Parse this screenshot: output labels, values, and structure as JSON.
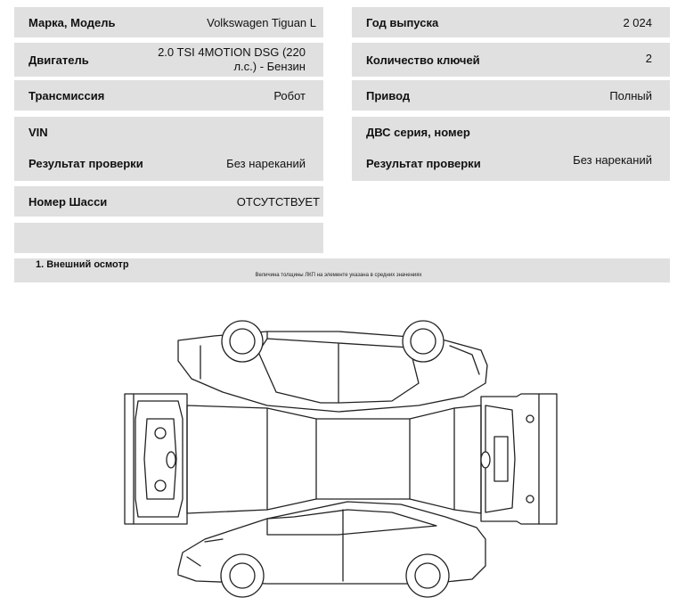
{
  "left": {
    "make_model_label": "Марка, Модель",
    "make_model_value": "Volkswagen Tiguan L",
    "engine_label": "Двигатель",
    "engine_value": "2.0 TSI 4MOTION DSG (220 л.с.) - Бензин",
    "transmission_label": "Трансмиссия",
    "transmission_value": "Робот",
    "vin_label": "VIN",
    "vin_value": "",
    "vin_check_label": "Результат проверки",
    "vin_check_value": "Без нареканий",
    "chassis_label": "Номер Шасси",
    "chassis_value": "ОТСУТСТВУЕТ"
  },
  "right": {
    "year_label": "Год выпуска",
    "year_value": "2 024",
    "keys_label": "Количество ключей",
    "keys_value": "2",
    "drive_label": "Привод",
    "drive_value": "Полный",
    "engine_serial_label": "ДВС серия, номер",
    "engine_serial_value": "",
    "engine_check_label": "Результат проверки",
    "engine_check_value": "Без нареканий"
  },
  "section": {
    "title": "1. Внешний осмотр",
    "note": "Величина толщины ЛКП на элементе указана в средних значениях"
  },
  "colors": {
    "cell_bg": "#e0e0e0",
    "line": "#222222"
  }
}
